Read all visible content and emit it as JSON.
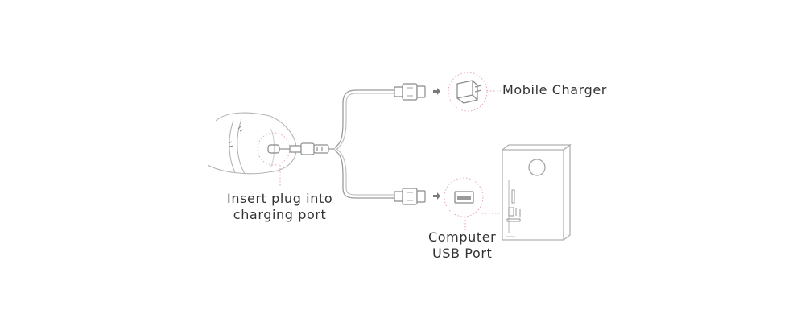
{
  "labels": {
    "mobile_charger": "Mobile Charger",
    "insert_plug": [
      "Insert plug into",
      "charging port"
    ],
    "computer_usb": [
      "Computer",
      "USB Port"
    ]
  },
  "colors": {
    "line": "#9a9a9a",
    "line_light": "#c4c4c4",
    "dotted_callout": "#e6a7b3",
    "arrow": "#7a7a7a",
    "text": "#333333"
  },
  "icons": [
    "device-icon",
    "charging-port-icon",
    "cable-plug-icon",
    "usb-plug-icon",
    "arrow-icon",
    "wall-adapter-icon",
    "usb-socket-icon",
    "computer-tower-icon"
  ]
}
